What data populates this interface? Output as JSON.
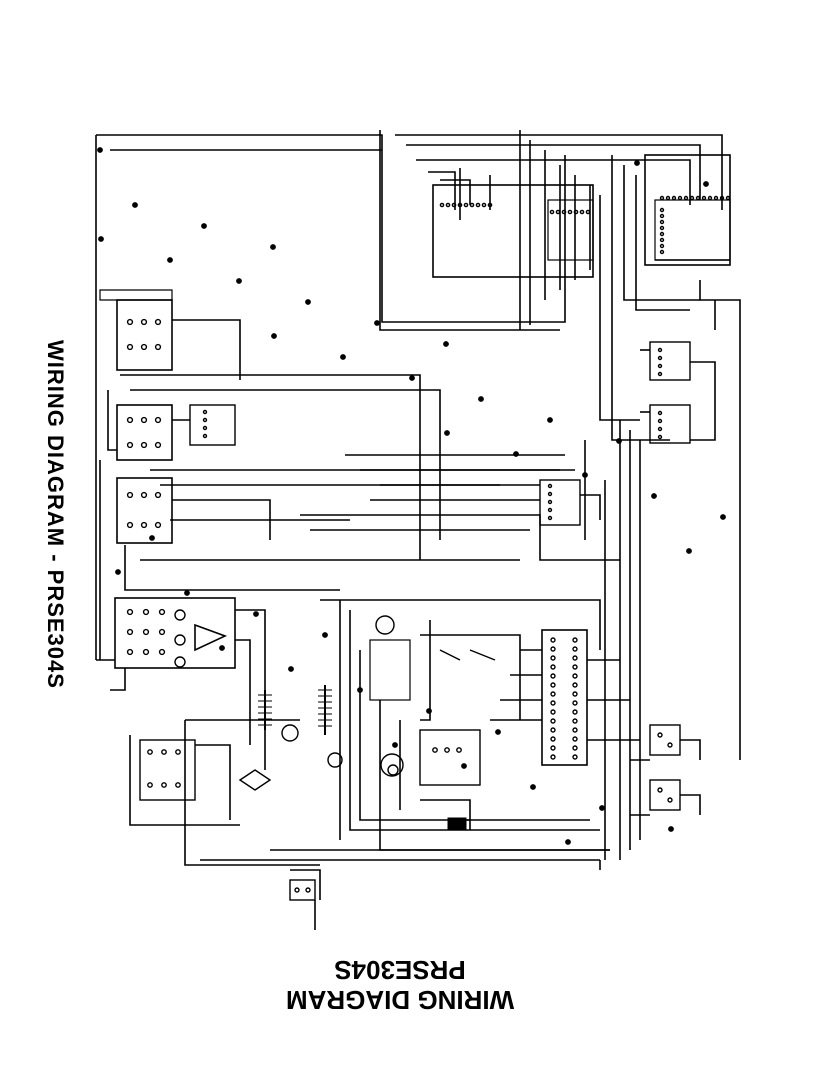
{
  "side_title": "WIRING DIAGRAM - PRSE304S",
  "bottom_title": {
    "line1": "WIRING DIAGRAM",
    "line2": "PRSE304S"
  },
  "colors": {
    "ink": "#000000",
    "paper": "#ffffff"
  }
}
